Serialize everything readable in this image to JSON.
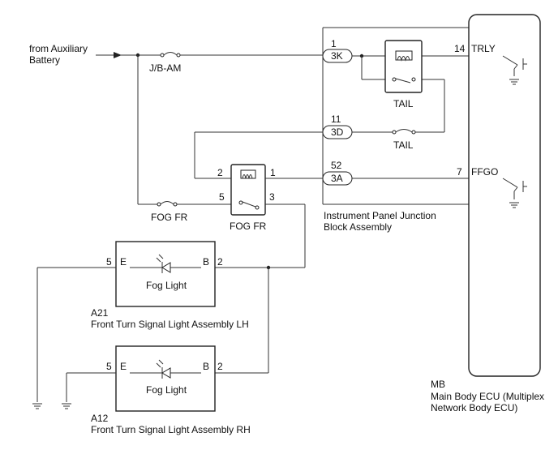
{
  "source": {
    "line1": "from Auxiliary",
    "line2": "Battery"
  },
  "fuses": {
    "jb_am": "J/B-AM",
    "fog_fr": "FOG FR",
    "tail": "TAIL"
  },
  "relays": {
    "tail": "TAIL",
    "fog_fr": "FOG FR"
  },
  "relay_pins": {
    "fog_fr_2": "2",
    "fog_fr_1": "1",
    "fog_fr_5": "5",
    "fog_fr_3": "3"
  },
  "junction_block": {
    "line1": "Instrument Panel Junction",
    "line2": "Block Assembly",
    "connectors": [
      {
        "pin": "1",
        "label": "3K"
      },
      {
        "pin": "11",
        "label": "3D"
      },
      {
        "pin": "52",
        "label": "3A"
      }
    ]
  },
  "ecu": {
    "code": "MB",
    "line1": "Main Body ECU (Multiplex",
    "line2": "Network Body ECU)",
    "terminals": [
      {
        "pin": "14",
        "label": "TRLY"
      },
      {
        "pin": "7",
        "label": "FFGO"
      }
    ]
  },
  "lamps": [
    {
      "code": "A21",
      "name": "Front Turn Signal Light Assembly LH",
      "inner": "Fog Light",
      "pin_e": "5",
      "label_e": "E",
      "pin_b": "2",
      "label_b": "B"
    },
    {
      "code": "A12",
      "name": "Front Turn Signal Light Assembly RH",
      "inner": "Fog Light",
      "pin_e": "5",
      "label_e": "E",
      "pin_b": "2",
      "label_b": "B"
    }
  ]
}
